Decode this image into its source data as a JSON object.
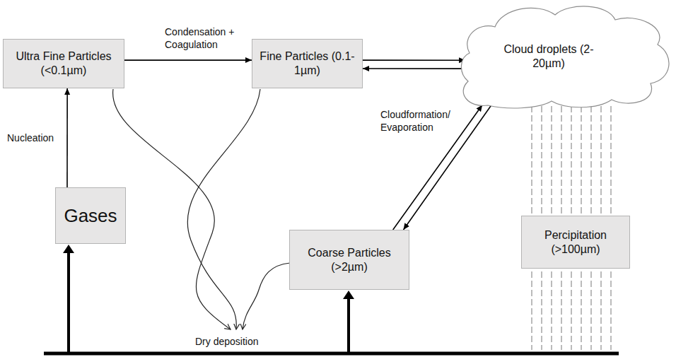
{
  "diagram": {
    "nodes": [
      {
        "text": [
          "Ultra Fine Particles (<0.1µm)"
        ]
      },
      {
        "text": [
          "Fine Particles (0.1-1µm)"
        ]
      },
      {
        "text": [
          "Cloud droplets (2-20µm)"
        ]
      },
      {
        "text": [
          "Gases"
        ]
      },
      {
        "text": [
          "Coarse Particles (>2µm)"
        ]
      },
      {
        "text": [
          "Percipitation (>100µm)"
        ]
      }
    ],
    "edges": [
      {
        "from": 3,
        "to": 0,
        "label": "Nucleation",
        "arrow": "to"
      },
      {
        "from": 0,
        "to": 1,
        "label": "Condensation + Coagulation",
        "arrow": "to"
      },
      {
        "from": 1,
        "to": 2,
        "arrow": "to"
      },
      {
        "from": 2,
        "to": 1,
        "arrow": "to"
      },
      {
        "from": 4,
        "to": 2,
        "arrow": "to"
      },
      {
        "from": 2,
        "to": 4,
        "arrow": "to"
      }
    ],
    "labels": [
      "Cloudformation/ Evaporation",
      "Dry deposition"
    ]
  }
}
